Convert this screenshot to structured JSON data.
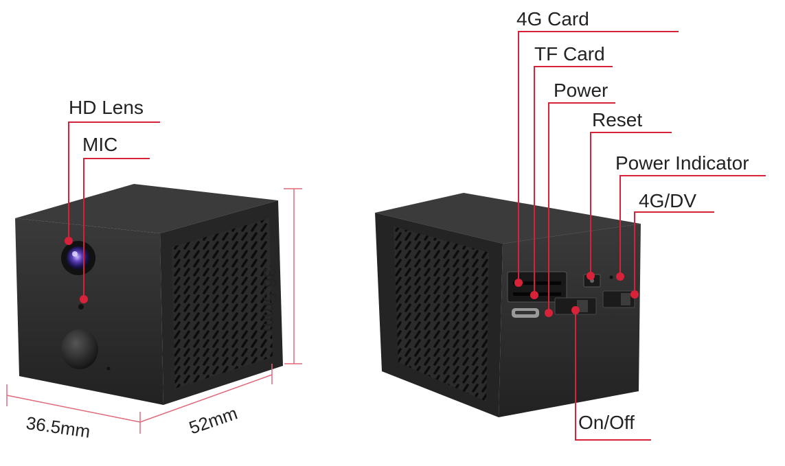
{
  "front_labels": {
    "hd_lens": "HD Lens",
    "mic": "MIC"
  },
  "dimensions": {
    "height": "36.5mm",
    "depth": "36.5mm",
    "width": "52mm"
  },
  "back_labels": {
    "card_4g": "4G Card",
    "tf_card": "TF Card",
    "power": "Power",
    "reset": "Reset",
    "power_indicator": "Power Indicator",
    "mode_4g_dv": "4G/DV",
    "on_off": "On/Off"
  },
  "colors": {
    "callout": "#d8223a",
    "dimension": "#e0697a",
    "body": "#2a2a2a",
    "text": "#222222"
  }
}
